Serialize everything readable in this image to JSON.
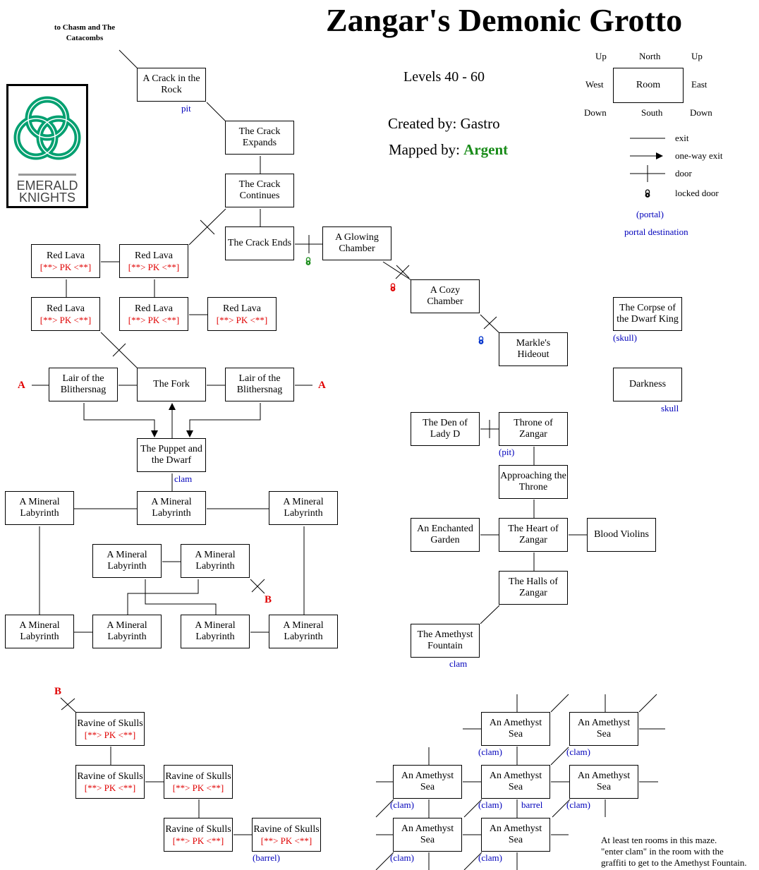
{
  "title": "Zangar's Demonic Grotto",
  "levels": "Levels 40 - 60",
  "created_by": "Created by: Gastro",
  "mapped_by_label": "Mapped by:",
  "mapped_by_name": "Argent",
  "logo_text": [
    "EMERALD",
    "KNIGHTS"
  ],
  "colors": {
    "pk": "#e00000",
    "annotation": "#0000bb",
    "argent": "#1a8c1a",
    "locked_green": "#1a8c1a",
    "locked_red": "#e00000",
    "locked_blue": "#0033cc",
    "logo": "#00a070"
  },
  "chasm_note": "to Chasm and The Catacombs",
  "legend": {
    "up": "Up",
    "north": "North",
    "west": "West",
    "room": "Room",
    "east": "East",
    "down": "Down",
    "south": "South",
    "exit": "exit",
    "one_way": "one-way exit",
    "door": "door",
    "locked": "locked door",
    "portal": "(portal)",
    "portal_dest": "portal destination"
  },
  "rooms": {
    "crack_rock": "A Crack in the Rock",
    "crack_expands": "The Crack Expands",
    "crack_continues": "The Crack Continues",
    "crack_ends": "The Crack Ends",
    "glowing": "A Glowing Chamber",
    "cozy": "A Cozy Chamber",
    "markle": "Markle's Hideout",
    "corpse": "The Corpse of the Dwarf King",
    "darkness": "Darkness",
    "lava1": "Red Lava",
    "lava2": "Red Lava",
    "lava3": "Red Lava",
    "lava4": "Red Lava",
    "lava5": "Red Lava",
    "lair_left": "Lair of the Blithersnag",
    "fork": "The Fork",
    "lair_right": "Lair of the Blithersnag",
    "puppet": "The Puppet and the Dwarf",
    "mineral1": "A Mineral Labyrinth",
    "mineral2": "A Mineral Labyrinth",
    "mineral3": "A Mineral Labyrinth",
    "mineral4": "A Mineral Labyrinth",
    "mineral5": "A Mineral Labyrinth",
    "mineral6": "A Mineral Labyrinth",
    "mineral7": "A Mineral Labyrinth",
    "mineral8": "A Mineral Labyrinth",
    "mineral9": "A Mineral Labyrinth",
    "den": "The Den of Lady D",
    "throne": "Throne of Zangar",
    "approaching": "Approaching the Throne",
    "garden": "An Enchanted Garden",
    "heart": "The Heart of Zangar",
    "violins": "Blood Violins",
    "halls": "The Halls of Zangar",
    "fountain": "The Amethyst Fountain",
    "ravine1": "Ravine of Skulls",
    "ravine2": "Ravine of Skulls",
    "ravine3": "Ravine of Skulls",
    "ravine4": "Ravine of Skulls",
    "ravine5": "Ravine of Skulls",
    "sea1": "An Amethyst Sea",
    "sea2": "An Amethyst Sea",
    "sea3": "An Amethyst Sea",
    "sea4": "An Amethyst Sea",
    "sea5": "An Amethyst Sea",
    "sea6": "An Amethyst Sea",
    "sea7": "An Amethyst Sea"
  },
  "pk_tag": "[**> PK <**]",
  "annotations": {
    "pit": "pit",
    "skull_paren": "(skull)",
    "skull": "skull",
    "pit_paren": "(pit)",
    "clam": "clam",
    "clam_paren": "(clam)",
    "barrel": "barrel",
    "barrel_paren": "(barrel)"
  },
  "markers": {
    "a": "A",
    "b": "B"
  },
  "bottom_note": [
    "At least ten rooms in this maze.",
    "\"enter clam\" in the room with the",
    "graffiti to get to the Amethyst Fountain."
  ]
}
